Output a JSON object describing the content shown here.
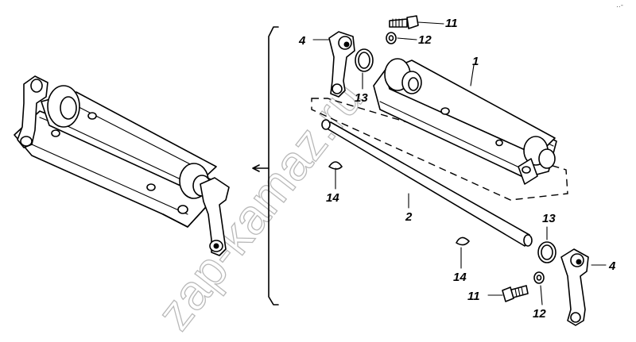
{
  "watermark": "zap-kamaz.ru",
  "corner_mark": "..-",
  "callouts": [
    {
      "id": "c11a",
      "text": "11"
    },
    {
      "id": "c12a",
      "text": "12"
    },
    {
      "id": "c4a",
      "text": "4"
    },
    {
      "id": "c1",
      "text": "1"
    },
    {
      "id": "c13a",
      "text": "13"
    },
    {
      "id": "c14a",
      "text": "14"
    },
    {
      "id": "c2",
      "text": "2"
    },
    {
      "id": "c13b",
      "text": "13"
    },
    {
      "id": "c4b",
      "text": "4"
    },
    {
      "id": "c14b",
      "text": "14"
    },
    {
      "id": "c11b",
      "text": "11"
    },
    {
      "id": "c12b",
      "text": "12"
    }
  ]
}
